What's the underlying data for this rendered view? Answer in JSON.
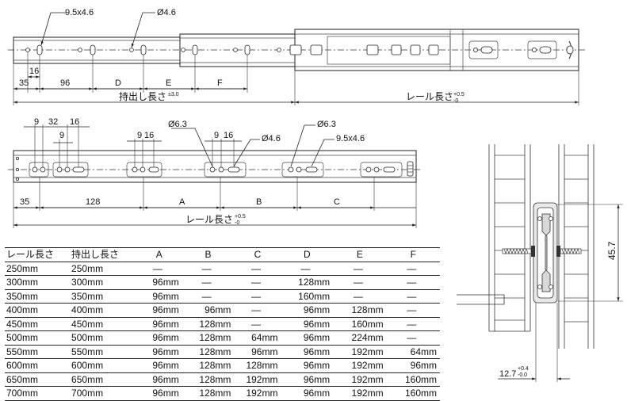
{
  "top_view": {
    "labels": {
      "slot_size": "9.5x4.6",
      "hole_dia": "Ø4.6",
      "dim_16": "16",
      "dim_35": "35",
      "dim_96": "96",
      "dim_D": "D",
      "dim_E": "E",
      "dim_F": "F",
      "extension_length": "持出し長さ",
      "extension_tol": "±3.0",
      "rail_length": "レール長さ",
      "rail_tol_plus": "+0.5",
      "rail_tol_minus": "-0"
    }
  },
  "side_view": {
    "labels": {
      "dim_9a": "9",
      "dim_32": "32",
      "dim_16a": "16",
      "dim_9b": "9",
      "dim_9c": "9",
      "dim_16b": "16",
      "dia_63a": "Ø6.3",
      "dim_9d": "9",
      "dim_16c": "16",
      "dia_46": "Ø4.6",
      "dia_63b": "Ø6.3",
      "slot_size": "9.5x4.6",
      "dim_35": "35",
      "dim_128": "128",
      "dim_A": "A",
      "dim_B": "B",
      "dim_C": "C",
      "rail_length": "レール長さ",
      "rail_tol_plus": "+0.5",
      "rail_tol_minus": "-0"
    }
  },
  "section_view": {
    "labels": {
      "height": "45.7",
      "width": "12.7",
      "width_tol_plus": "+0.4",
      "width_tol_minus": "-0.0"
    }
  },
  "spec_table": {
    "headers": [
      "レール長さ",
      "持出し長さ",
      "A",
      "B",
      "C",
      "D",
      "E",
      "F"
    ],
    "rows": [
      [
        "250mm",
        "250mm",
        "—",
        "—",
        "—",
        "—",
        "—",
        "—"
      ],
      [
        "300mm",
        "300mm",
        "96mm",
        "—",
        "—",
        "128mm",
        "—",
        "—"
      ],
      [
        "350mm",
        "350mm",
        "96mm",
        "—",
        "—",
        "160mm",
        "—",
        "—"
      ],
      [
        "400mm",
        "400mm",
        "96mm",
        "96mm",
        "—",
        "96mm",
        "128mm",
        "—"
      ],
      [
        "450mm",
        "450mm",
        "96mm",
        "128mm",
        "—",
        "96mm",
        "160mm",
        "—"
      ],
      [
        "500mm",
        "500mm",
        "96mm",
        "128mm",
        "64mm",
        "96mm",
        "224mm",
        "—"
      ],
      [
        "550mm",
        "550mm",
        "96mm",
        "128mm",
        "96mm",
        "96mm",
        "192mm",
        "64mm"
      ],
      [
        "600mm",
        "600mm",
        "96mm",
        "128mm",
        "128mm",
        "96mm",
        "192mm",
        "96mm"
      ],
      [
        "650mm",
        "650mm",
        "96mm",
        "128mm",
        "192mm",
        "96mm",
        "192mm",
        "160mm"
      ],
      [
        "700mm",
        "700mm",
        "96mm",
        "128mm",
        "192mm",
        "96mm",
        "192mm",
        "160mm"
      ]
    ]
  }
}
